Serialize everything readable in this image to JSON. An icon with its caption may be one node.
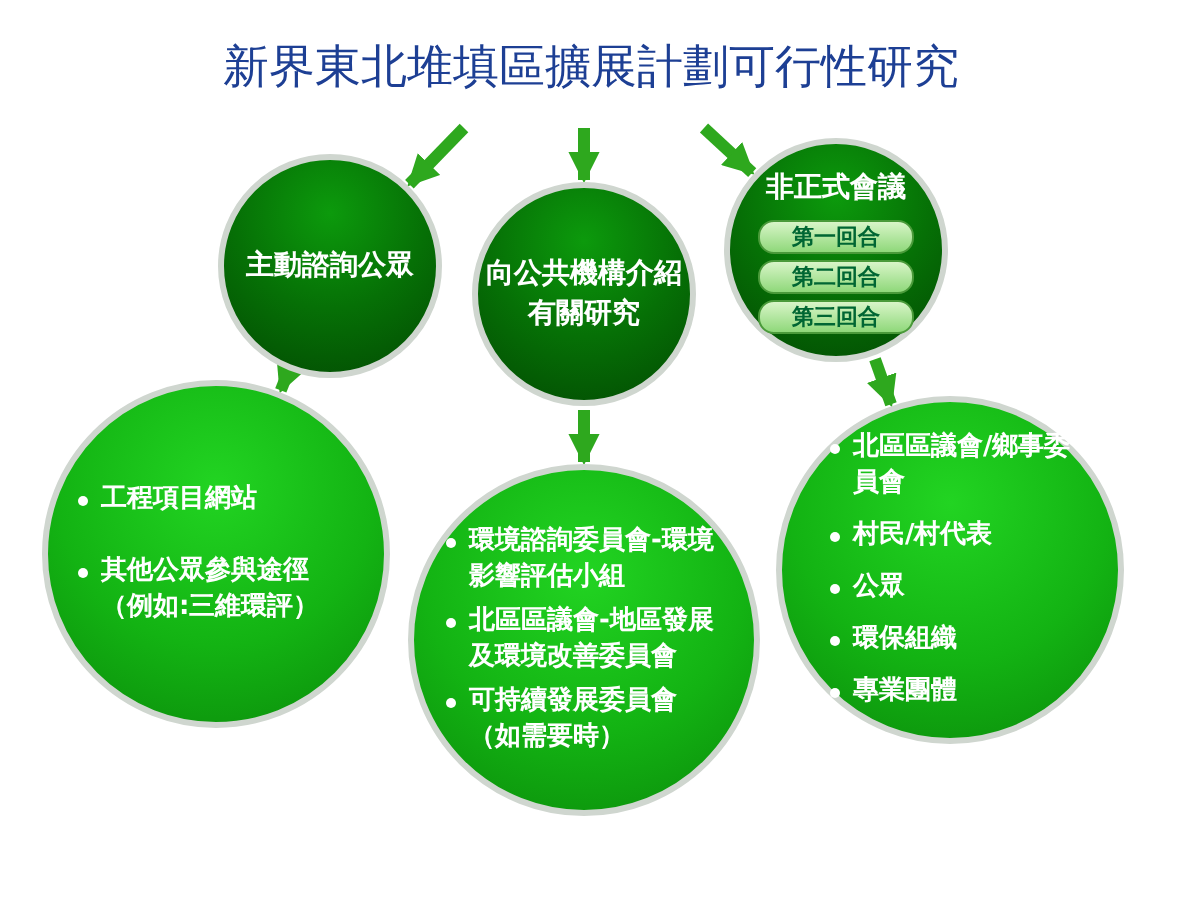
{
  "diagram": {
    "title": "新界東北堆填區擴展計劃可行性研究",
    "nodes": [
      {
        "text": [
          "主動諮詢公眾"
        ]
      },
      {
        "text": [
          "向公共機構介紹有關研究"
        ]
      },
      {
        "text": [
          "非正式會議"
        ]
      },
      {
        "text": [
          "第一回合"
        ],
        "in": 2
      },
      {
        "text": [
          "第二回合"
        ],
        "in": 2
      },
      {
        "text": [
          "第三回合"
        ],
        "in": 2
      },
      {
        "text": [
          "工程項目網站",
          "其他公眾參與途徑（例如:三維環評）"
        ]
      },
      {
        "text": [
          "環境諮詢委員會-環境影響評估小組",
          "北區區議會-地區發展及環境改善委員會",
          "可持續發展委員會（如需要時）"
        ]
      },
      {
        "text": [
          "北區區議會/鄉事委員會",
          "村民/村代表",
          "公眾",
          "環保組織",
          "專業團體"
        ]
      }
    ],
    "edges": [
      {
        "from": null,
        "to": 0,
        "arrow": "to"
      },
      {
        "from": null,
        "to": 1,
        "arrow": "to"
      },
      {
        "from": null,
        "to": 2,
        "arrow": "to"
      },
      {
        "from": 0,
        "to": 6,
        "arrow": "to"
      },
      {
        "from": 1,
        "to": 7,
        "arrow": "to"
      },
      {
        "from": 2,
        "to": 8,
        "arrow": "to"
      }
    ]
  }
}
